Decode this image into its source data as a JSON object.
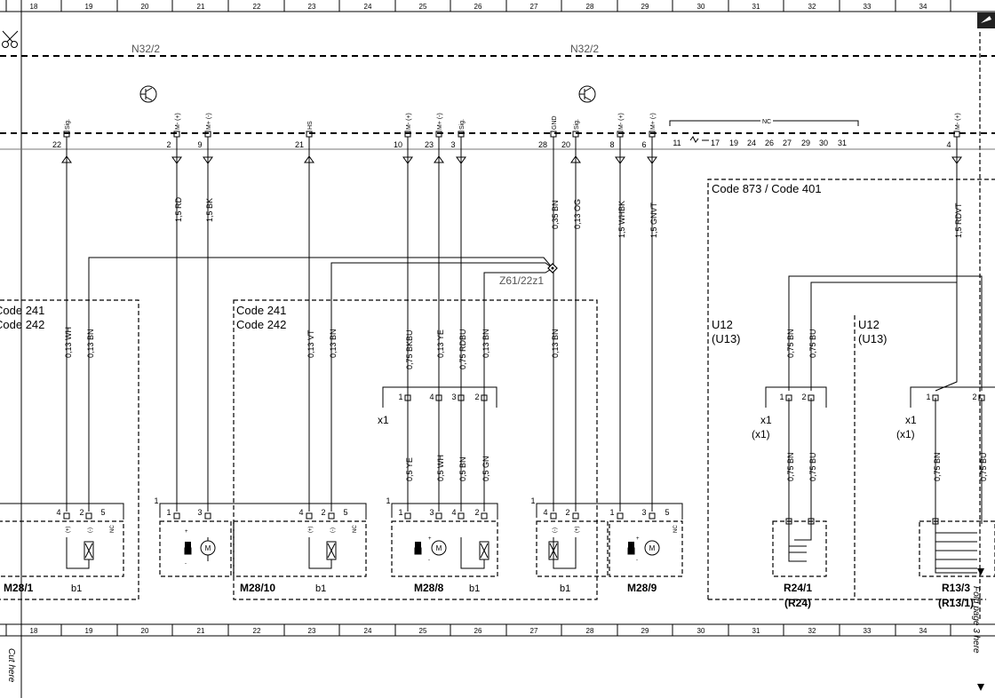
{
  "ruler": {
    "top": [
      "18",
      "19",
      "20",
      "21",
      "22",
      "23",
      "24",
      "25",
      "26",
      "27",
      "28",
      "29",
      "30",
      "31",
      "32",
      "33",
      "34"
    ],
    "bottom": [
      "18",
      "19",
      "20",
      "21",
      "22",
      "23",
      "24",
      "25",
      "26",
      "27",
      "28",
      "29",
      "30",
      "31",
      "32",
      "33",
      "34"
    ]
  },
  "connector_labels": {
    "left": "N32/2",
    "right": "N32/2"
  },
  "pins": [
    {
      "num": "22",
      "sig": "Sig."
    },
    {
      "num": "2",
      "sig": "M- (+)"
    },
    {
      "num": "9",
      "sig": "M+ (-)"
    },
    {
      "num": "21",
      "sig": "HS"
    },
    {
      "num": "10",
      "sig": "M- (+)"
    },
    {
      "num": "23",
      "sig": "M+ (-)"
    },
    {
      "num": "3",
      "sig": "Sig."
    },
    {
      "num": "28",
      "sig": "GND"
    },
    {
      "num": "20",
      "sig": "Sig."
    },
    {
      "num": "8",
      "sig": "M- (+)"
    },
    {
      "num": "6",
      "sig": "M+ (-)"
    },
    {
      "num": "4",
      "sig": "M- (+)"
    }
  ],
  "nc_group": {
    "label": "NC",
    "pins": [
      "11",
      "17",
      "19",
      "24",
      "26",
      "27",
      "29",
      "30",
      "31"
    ]
  },
  "wire_labels_upper": [
    "1,5 RD",
    "1,5 BK",
    "0,35 BN",
    "0,13 OG",
    "1,5 WHBK",
    "1,5 GNVT",
    "1,5 RDVT"
  ],
  "wire_labels_mid": [
    "0,13 WH",
    "0,13 BN",
    "0,13 VT",
    "0,13 BN",
    "0,75 BKBU",
    "0,13 YE",
    "0,75 RDBU",
    "0,13 BN",
    "0,13 BN",
    "0,75 BN",
    "0,75 BU"
  ],
  "wire_labels_lower": [
    "0,5 YE",
    "0,5 WH",
    "0,5 BN",
    "0,5 GN",
    "0,75 BN",
    "0,75 BU",
    "0,75 BN",
    "0,75 BU"
  ],
  "splice": "Z61/22z1",
  "codes": {
    "left": [
      "Code 241",
      "Code 242"
    ],
    "mid": [
      "Code 241",
      "Code 242"
    ],
    "right": "Code 873 / Code 401"
  },
  "connectors": {
    "x1": "x1",
    "x1_paren": "(x1)"
  },
  "module": {
    "u12": "U12",
    "u13": "(U13)"
  },
  "components": {
    "m281": "M28/1",
    "m2810": "M28/10",
    "m288": "M28/8",
    "m289": "M28/9",
    "b1": "b1",
    "r241": "R24/1",
    "r24": "(R24)",
    "r133": "R13/3",
    "r131": "(R13/1)"
  },
  "pin_numbers": {
    "one": "1",
    "two": "2",
    "three": "3",
    "four": "4",
    "five": "5",
    "nc": "NC",
    "plus": "(+)",
    "minus": "(-)",
    "m": "M",
    "plus_s": "+",
    "minus_s": "-"
  },
  "side_notes": {
    "cut": "Cut here",
    "fold": "Fold page 3 here"
  }
}
